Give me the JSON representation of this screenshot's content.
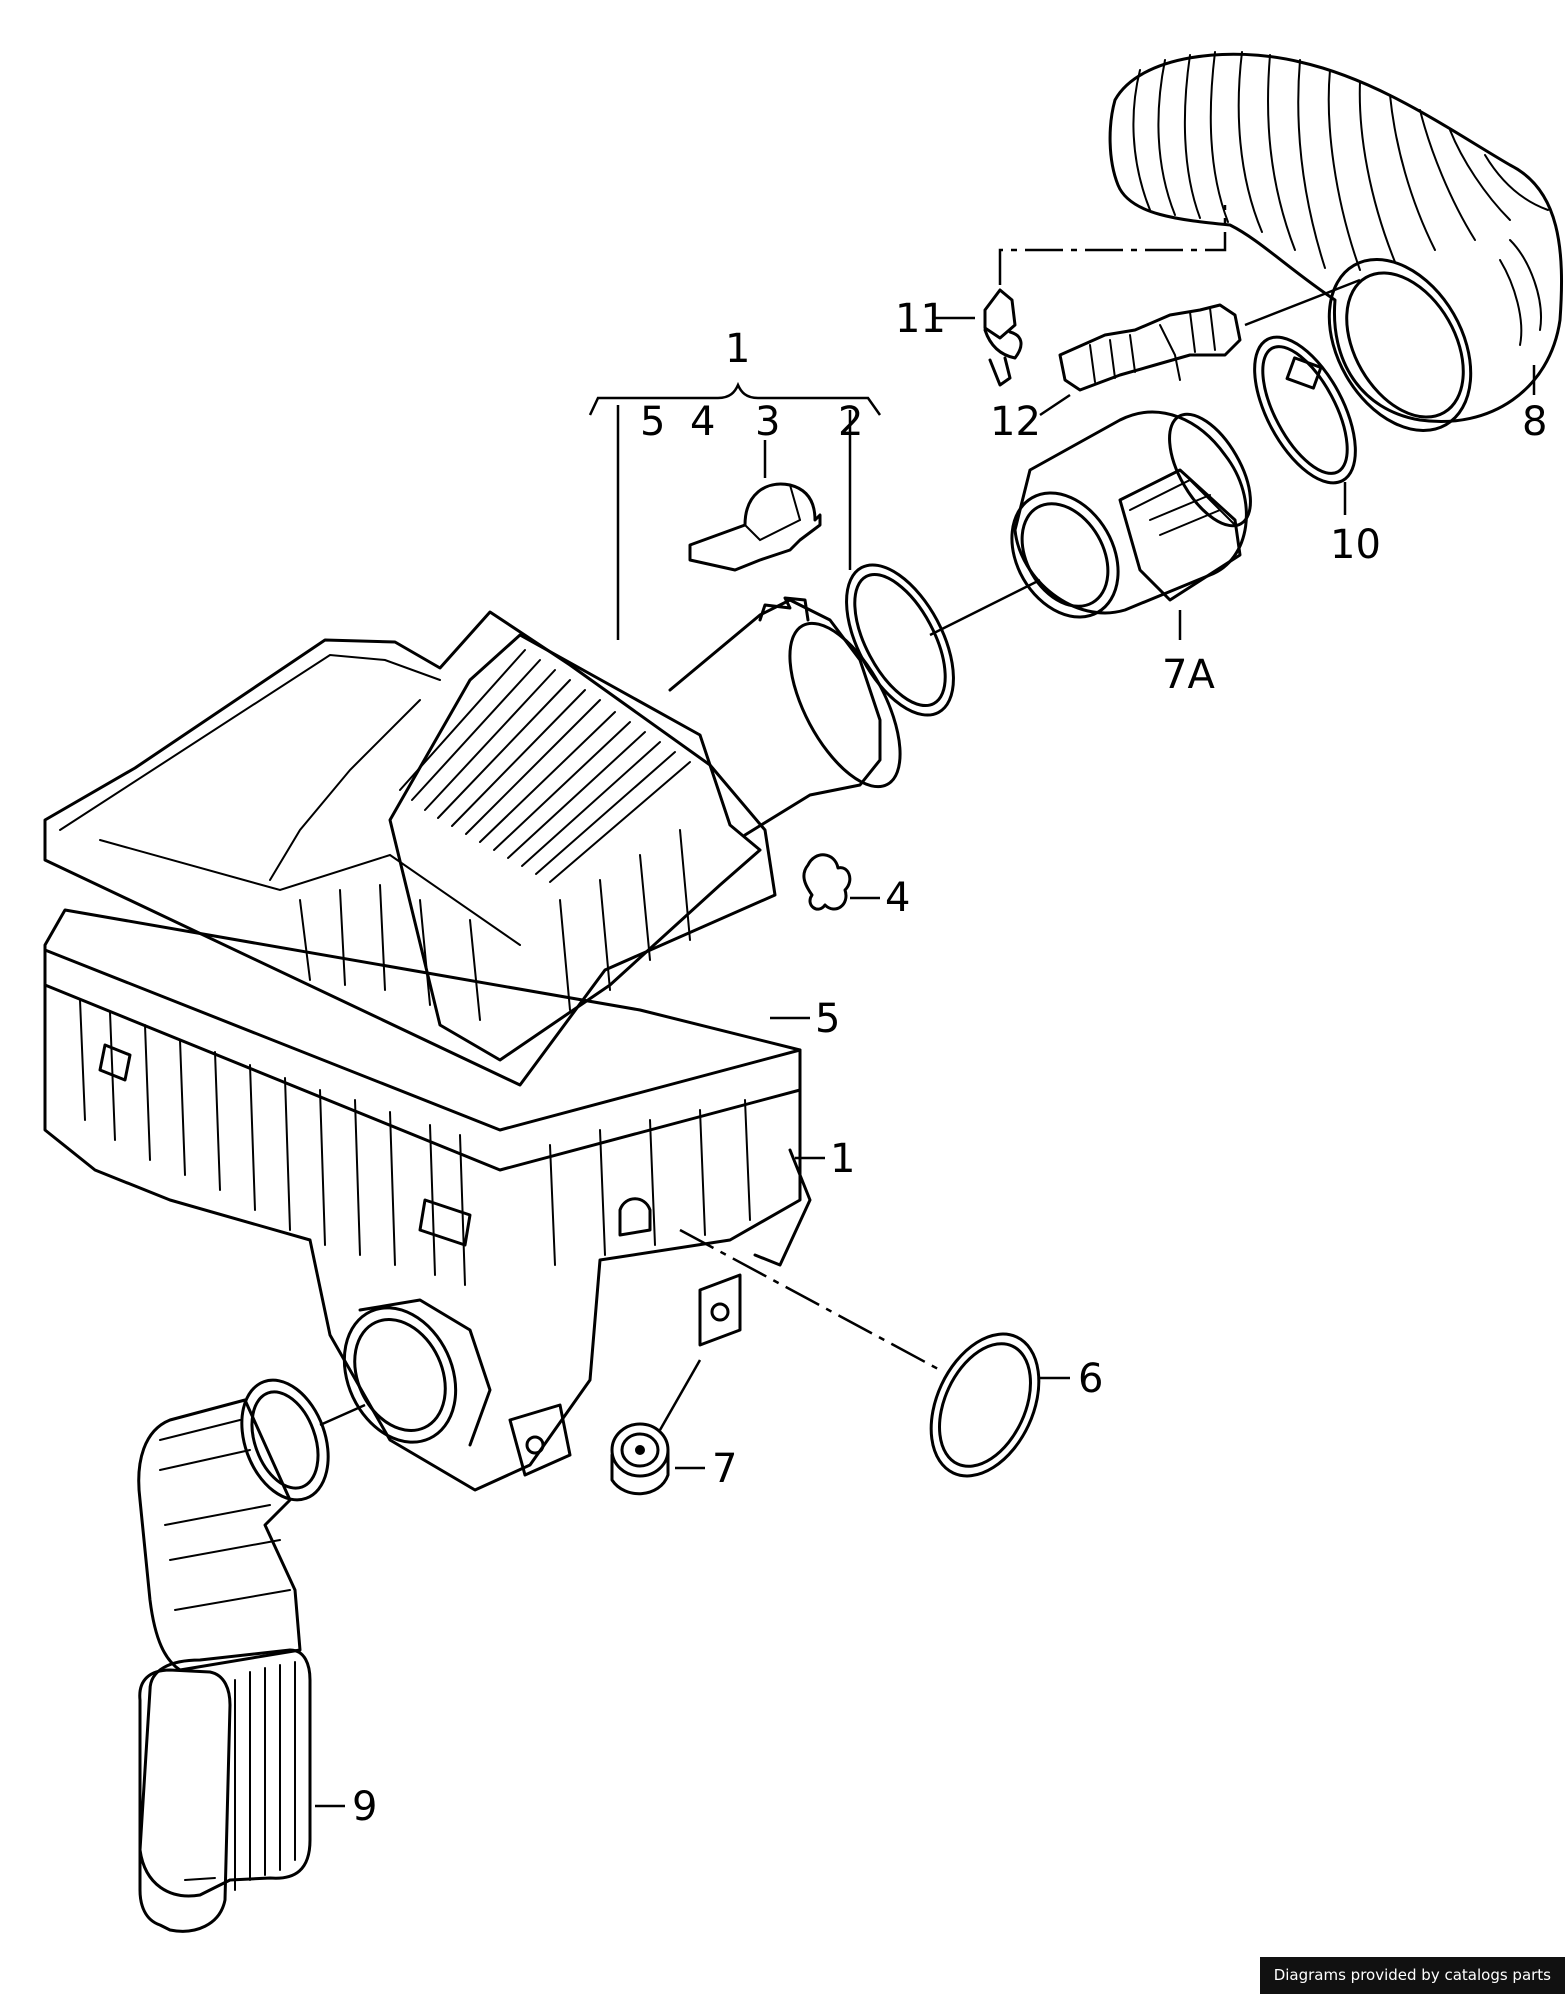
{
  "callouts": {
    "c1_top": "1",
    "c5_top": "5",
    "c4_top": "4",
    "c3": "3",
    "c2": "2",
    "c4": "4",
    "c5": "5",
    "c1": "1",
    "c6": "6",
    "c7": "7",
    "c7A": "7A",
    "c8": "8",
    "c9": "9",
    "c10": "10",
    "c11": "11",
    "c12": "12"
  },
  "footer": {
    "credit": "Diagrams provided by catalogs parts"
  }
}
